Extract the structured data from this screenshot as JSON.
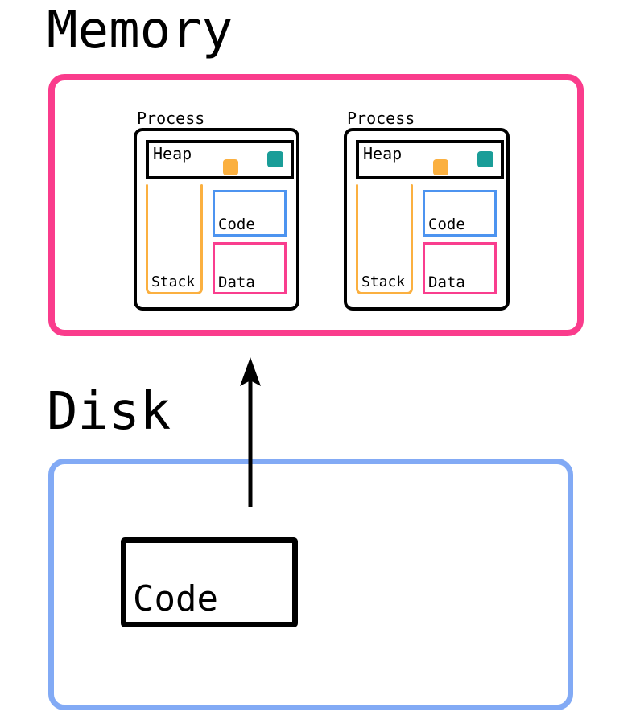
{
  "diagram": {
    "title_memory": "Memory",
    "title_disk": "Disk",
    "arrow": {
      "name": "load-arrow",
      "direction": "up",
      "meaning": "code loaded from disk into memory"
    },
    "colors": {
      "memory_border": "#fa3c8c",
      "disk_border": "#82aaf5",
      "process_border": "#000000",
      "heap_border": "#000000",
      "stack_border": "#fbb040",
      "code_border": "#4d94f0",
      "data_border": "#f93e8e",
      "heap_chunk_orange": "#fbb040",
      "heap_chunk_teal": "#1a9d98",
      "disk_code_border": "#000000",
      "background": "#ffffff",
      "text": "#000000"
    }
  },
  "memory": {
    "label": "Memory",
    "processes": [
      {
        "label": "Process",
        "heap": {
          "label": "Heap",
          "chunks": [
            {
              "name": "heap-chunk-orange",
              "color": "#fbb040"
            },
            {
              "name": "heap-chunk-teal",
              "color": "#1a9d98"
            }
          ]
        },
        "stack": {
          "label": "Stack"
        },
        "code": {
          "label": "Code"
        },
        "data": {
          "label": "Data"
        }
      },
      {
        "label": "Process",
        "heap": {
          "label": "Heap",
          "chunks": [
            {
              "name": "heap-chunk-orange",
              "color": "#fbb040"
            },
            {
              "name": "heap-chunk-teal",
              "color": "#1a9d98"
            }
          ]
        },
        "stack": {
          "label": "Stack"
        },
        "code": {
          "label": "Code"
        },
        "data": {
          "label": "Data"
        }
      }
    ]
  },
  "disk": {
    "label": "Disk",
    "code": {
      "label": "Code"
    }
  }
}
